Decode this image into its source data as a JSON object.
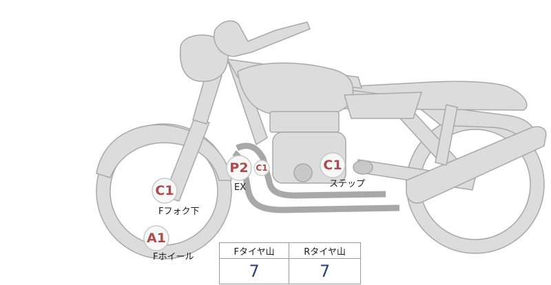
{
  "colors": {
    "body_fill": "#dcdcdc",
    "body_stroke": "#a8a8a8",
    "badge_fill": "#f7f7f7",
    "badge_stroke": "#c8c8c8",
    "badge_text": "#b04a4a",
    "value_text": "#2c3e7a"
  },
  "badges": {
    "c1_step": "C1",
    "p2_ex": "P2",
    "c1_ex_small": "C1",
    "c1_fork": "C1",
    "a1_wheel": "A1"
  },
  "labels": {
    "step": "ステップ",
    "ex": "EX",
    "front_fork_lower": "Fフォク下",
    "front_wheel": "Fホイール"
  },
  "tread_table": {
    "headers": [
      "Fタイヤ山",
      "Rタイヤ山"
    ],
    "values": [
      "7",
      "7"
    ]
  }
}
